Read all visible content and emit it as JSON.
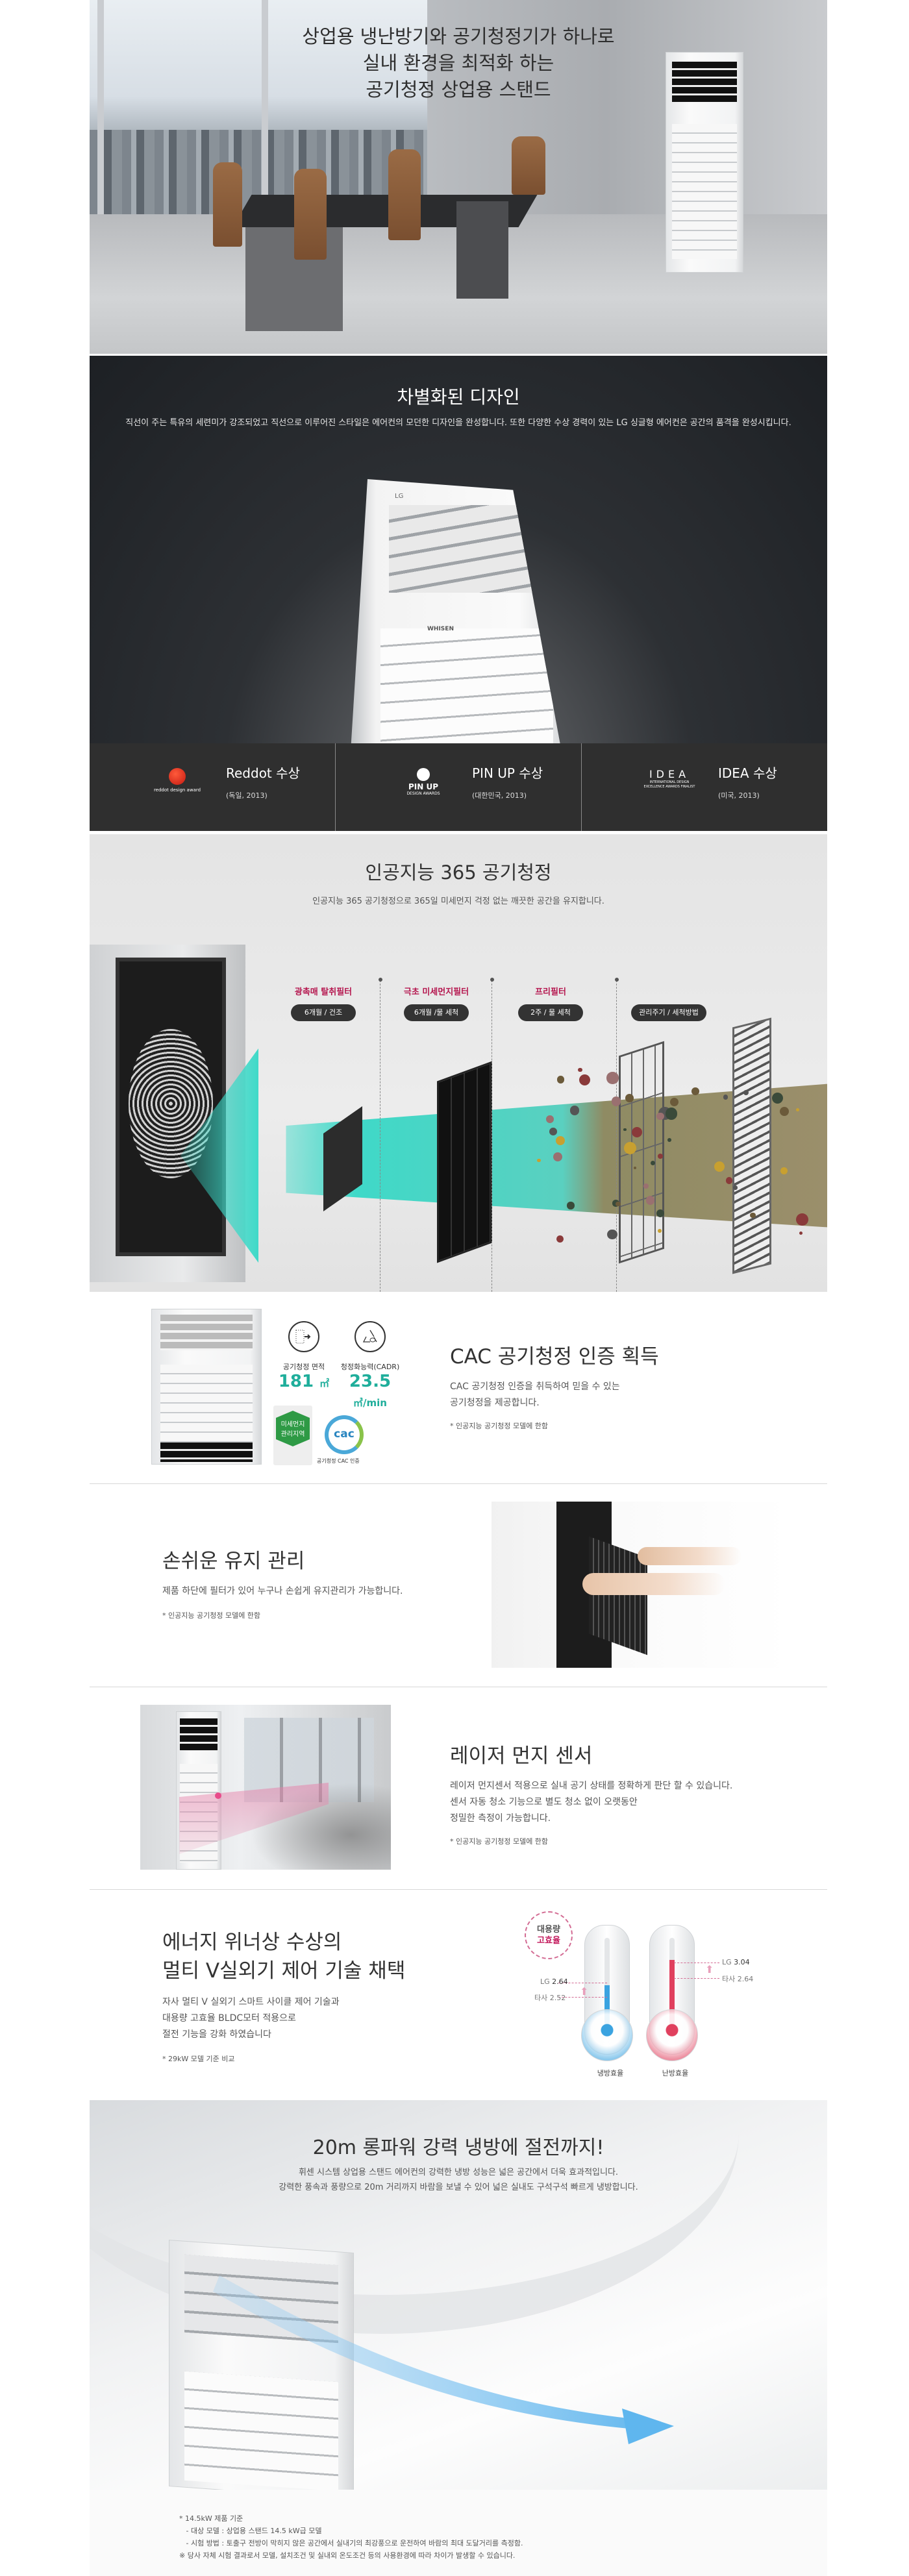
{
  "hero": {
    "title_lines": [
      "상업용 냉난방기와 공기청정기가 하나로",
      "실내 환경을 최적화 하는",
      "공기청정 상업용 스탠드"
    ]
  },
  "design": {
    "title": "차별화된 디자인",
    "description": "직선이 주는 특유의 세련미가 강조되었고 직선으로 이루어진 스타일은 에어컨의 모던한 디자인을 완성합니다. 또한 다양한 수상 경력이 있는 LG 싱글형 에어컨은 공간의 품격을 완성시킵니다.",
    "product_brand": "LG",
    "product_model": "WHISEN",
    "awards": [
      {
        "title": "Reddot 수상",
        "sub": "(독일, 2013)",
        "logo_text": "reddot design award"
      },
      {
        "title": "PIN UP 수상",
        "sub": "(대한민국, 2013)",
        "logo_text": "PIN UP",
        "logo_sub": "DESIGN AWARDS"
      },
      {
        "title": "IDEA 수상",
        "sub": "(미국, 2013)",
        "logo_text": "IDEA",
        "logo_sub": "INTERNATIONAL DESIGN EXCELLENCE AWARDS FINALIST"
      }
    ]
  },
  "ai": {
    "title": "인공지능 365 공기청정",
    "subtitle": "인공지능 365 공기청정으로 365일 미세먼지 걱정 없는 깨끗한 공간을 유지합니다.",
    "filters": [
      {
        "name": "광촉매 탈취필터",
        "cycle": "6개월 / 건조"
      },
      {
        "name": "극초 미세먼지필터",
        "cycle": "6개월 /물 세척"
      },
      {
        "name": "프리필터",
        "cycle": "2주 / 물 세척"
      },
      {
        "name": "",
        "cycle": "관리주기 / 세척방법"
      }
    ]
  },
  "cac": {
    "stats": [
      {
        "label": "공기청정 면적",
        "value": "181",
        "unit": "㎡",
        "icon": "filter-icon"
      },
      {
        "label": "청정화능력(CADR)",
        "value": "23.5",
        "unit": "㎥/min",
        "icon": "recycle-leaf-icon"
      }
    ],
    "badge_fine_dust": "미세먼지 관리지역",
    "badge_cac": "cac",
    "badge_cac_caption": "공기청정 CAC 인증",
    "title": "CAC 공기청정 인증 획득",
    "desc_lines": [
      "CAC 공기청정 인증을 취득하여 믿을 수 있는",
      "공기청정을 제공합니다."
    ],
    "note": "* 인공지능 공기청정 모델에 한함"
  },
  "maintenance": {
    "title": "손쉬운 유지 관리",
    "desc": "제품 하단에 필터가 있어 누구나 손쉽게 유지관리가 가능합니다.",
    "note": "* 인공지능 공기청정 모델에 한함"
  },
  "laser": {
    "title": "레이저 먼지 센서",
    "desc_lines": [
      "레이저 먼지센서 적용으로 실내 공기 상태를 정확하게 판단 할 수 있습니다.",
      "센서 자동 청소 기능으로 별도 청소 없이 오랫동안",
      "정밀한 측정이 가능합니다."
    ],
    "note": "* 인공지능 공기청정 모델에 한함"
  },
  "energy": {
    "title_lines": [
      "에너지 위너상 수상의",
      "멀티 V실외기 제어 기술 채택"
    ],
    "desc_lines": [
      "자사 멀티 V 실외기 스마트 사이클 제어 기술과",
      "대용량 고효율 BLDC모터 적용으로",
      "절전 기능을 강화 하였습니다"
    ],
    "note": "* 29kW 모델 기준 비교",
    "badge": [
      "대용량",
      "고효율"
    ],
    "lg_prefix": "LG",
    "other_prefix": "타사",
    "cooling": {
      "label": "냉방효율",
      "lg": "2.64",
      "other": "2.52",
      "fill_pct": 48,
      "color": "#3aa3e0"
    },
    "heating": {
      "label": "난방효율",
      "lg": "3.04",
      "other": "2.64",
      "fill_pct": 76,
      "color": "#e0405e"
    }
  },
  "long_power": {
    "title": "20m 롱파워 강력 냉방에 절전까지!",
    "desc_lines": [
      "휘센 시스템 상업용 스탠드 에어컨의 강력한 냉방 성능은 넓은 공간에서 더욱 효과적입니다.",
      "강력한 풍속과 풍량으로 20m 거리까지 바람을 보낼 수 있어 넓은 실내도 구석구석 빠르게 냉방합니다."
    ]
  },
  "footer": {
    "notes": [
      "* 14.5kW 제품 기준",
      "   - 대상 모델 : 상업용 스탠드 14.5 kW급 모델",
      "   - 시험 방법 : 토출구 전방이 막히지 않은 공간에서 실내기의 최강풍으로 운전하여 바람의 최대 도달거리를 측정함.",
      "※ 당사 자체 시험 결과로서 모델, 설치조건 및 실내외 온도조건 등의 사용환경에 따라 차이가 발생할 수 있습니다."
    ]
  },
  "colors": {
    "accent_pink": "#b5174f",
    "accent_teal": "#1fae9b",
    "dark_bg": "#2f2f2f"
  }
}
